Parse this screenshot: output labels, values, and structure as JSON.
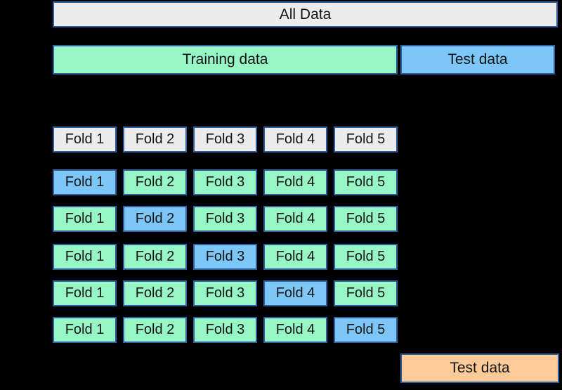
{
  "colors": {
    "background": "#000000",
    "border": "#2f5f9f",
    "neutral_fill": "#ececec",
    "train_fill": "#96f6c6",
    "test_fill": "#7cc7f7",
    "holdout_fill": "#fccb98",
    "text": "#141414"
  },
  "all_data_bar": {
    "label": "All Data"
  },
  "split_bar": {
    "training_label": "Training data",
    "test_label": "Test data"
  },
  "fold_header_row": {
    "labels": [
      "Fold 1",
      "Fold 2",
      "Fold 3",
      "Fold 4",
      "Fold 5"
    ]
  },
  "cv_rows": [
    {
      "cells": [
        {
          "label": "Fold 1",
          "role": "test"
        },
        {
          "label": "Fold 2",
          "role": "train"
        },
        {
          "label": "Fold 3",
          "role": "train"
        },
        {
          "label": "Fold 4",
          "role": "train"
        },
        {
          "label": "Fold 5",
          "role": "train"
        }
      ]
    },
    {
      "cells": [
        {
          "label": "Fold 1",
          "role": "train"
        },
        {
          "label": "Fold 2",
          "role": "test"
        },
        {
          "label": "Fold 3",
          "role": "train"
        },
        {
          "label": "Fold 4",
          "role": "train"
        },
        {
          "label": "Fold 5",
          "role": "train"
        }
      ]
    },
    {
      "cells": [
        {
          "label": "Fold 1",
          "role": "train"
        },
        {
          "label": "Fold 2",
          "role": "train"
        },
        {
          "label": "Fold 3",
          "role": "test"
        },
        {
          "label": "Fold 4",
          "role": "train"
        },
        {
          "label": "Fold 5",
          "role": "train"
        }
      ]
    },
    {
      "cells": [
        {
          "label": "Fold 1",
          "role": "train"
        },
        {
          "label": "Fold 2",
          "role": "train"
        },
        {
          "label": "Fold 3",
          "role": "train"
        },
        {
          "label": "Fold 4",
          "role": "test"
        },
        {
          "label": "Fold 5",
          "role": "train"
        }
      ]
    },
    {
      "cells": [
        {
          "label": "Fold 1",
          "role": "train"
        },
        {
          "label": "Fold 2",
          "role": "train"
        },
        {
          "label": "Fold 3",
          "role": "train"
        },
        {
          "label": "Fold 4",
          "role": "train"
        },
        {
          "label": "Fold 5",
          "role": "test"
        }
      ]
    }
  ],
  "final_test_bar": {
    "label": "Test data"
  }
}
